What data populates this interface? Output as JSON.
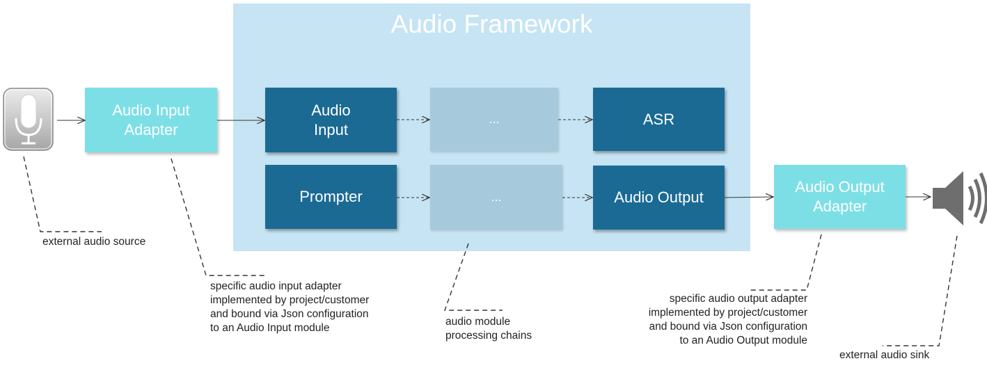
{
  "title": "Audio Framework",
  "blocks": {
    "audio_input_adapter": "Audio Input\nAdapter",
    "audio_input": "Audio\nInput",
    "chain1_placeholder": "...",
    "asr": "ASR",
    "prompter": "Prompter",
    "chain2_placeholder": "...",
    "audio_output": "Audio Output",
    "audio_output_adapter": "Audio Output\nAdapter"
  },
  "notes": {
    "external_source": "external audio source",
    "input_adapter": "specific audio input adapter\nimplemented by project/customer\nand bound via Json configuration\nto an Audio Input module",
    "processing_chains": "audio module\nprocessing chains",
    "output_adapter": "specific audio output adapter\nimplemented by project/customer\nand bound via Json configuration\nto an Audio Output module",
    "external_sink": "external audio sink"
  },
  "icons": {
    "source": "microphone-icon",
    "sink": "speaker-icon"
  },
  "colors": {
    "framework_bg": "#c6e4f3",
    "module_dark": "#1b6a94",
    "adapter_light": "#7ddfe6",
    "placeholder": "#a7c9dc"
  }
}
